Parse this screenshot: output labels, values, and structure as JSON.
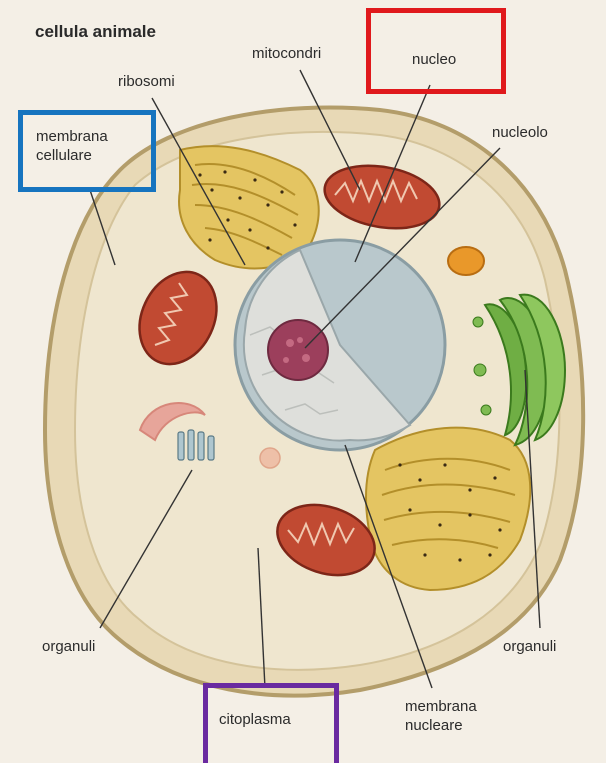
{
  "title": "cellula animale",
  "labels": {
    "ribosomi": "ribosomi",
    "mitocondri": "mitocondri",
    "nucleo": "nucleo",
    "nucleolo": "nucleolo",
    "membrana_cellulare": "membrana\ncellulare",
    "organuli_left": "organuli",
    "organuli_right": "organuli",
    "citoplasma": "citoplasma",
    "membrana_nucleare": "membrana\nnucleare"
  },
  "highlight_colors": {
    "nucleo": "#e0191c",
    "membrana_cellulare": "#1674bf",
    "citoplasma": "#6a2aa0"
  },
  "palette": {
    "cell_fill": "#e9dcc0",
    "cell_edge": "#b8a57a",
    "cytoplasm": "#efe7d3",
    "nucleus_outer": "#aebfc4",
    "nucleus_inner": "#d9dad6",
    "nucleolus": "#9b3d5a",
    "mitochondrion": "#b8432c",
    "golgi": "#6fa53e",
    "er": "#d9b95a",
    "vesicle_orange": "#e59a2c"
  }
}
